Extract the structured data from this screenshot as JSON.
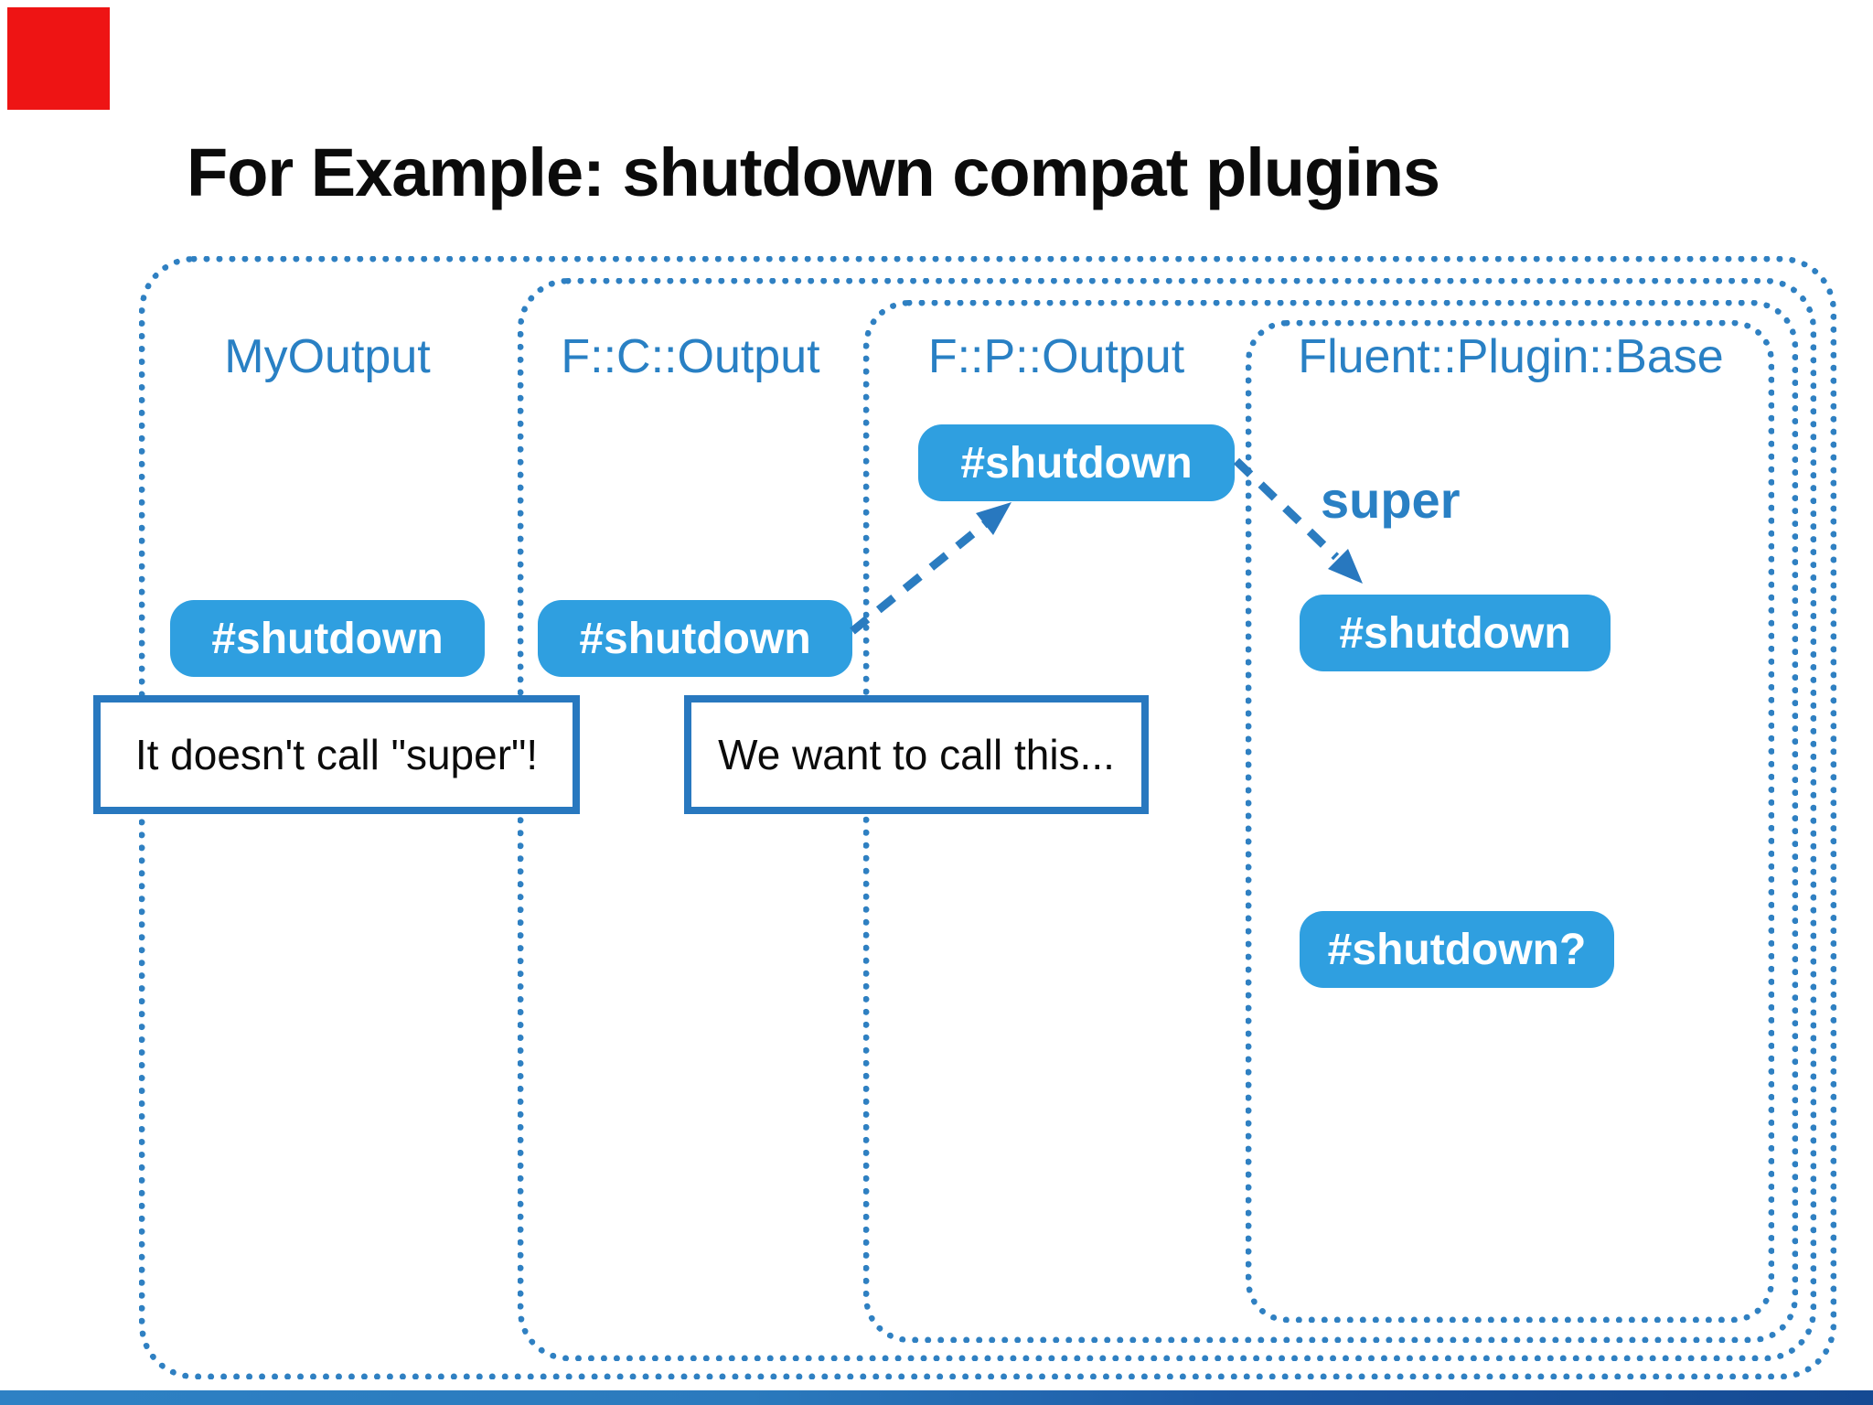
{
  "slide": {
    "title": "For Example: shutdown compat plugins"
  },
  "containers": [
    {
      "label": "MyOutput"
    },
    {
      "label": "F::C::Output"
    },
    {
      "label": "F::P::Output"
    },
    {
      "label": "Fluent::Plugin::Base"
    }
  ],
  "pills": {
    "myoutput_shutdown": "#shutdown",
    "fc_output_shutdown": "#shutdown",
    "fp_output_shutdown": "#shutdown",
    "base_shutdown": "#shutdown",
    "base_shutdown_question": "#shutdown?"
  },
  "callouts": {
    "doesnt_call_super": "It doesn't call \"super\"!",
    "want_to_call": "We want to call this..."
  },
  "annotations": {
    "super": "super"
  },
  "colors": {
    "title_text": "#0b0b0b",
    "container_border": "#2f80c2",
    "container_label": "#2980c4",
    "pill_background": "#2f9fe0",
    "pill_text": "#ffffff",
    "callout_border": "#2878bf",
    "callout_text": "#0b0b0b",
    "arrow": "#2b7cc0",
    "red_square": "#ee1414",
    "bottom_bar_left": "#2e81c4",
    "bottom_bar_right": "#154a93"
  }
}
